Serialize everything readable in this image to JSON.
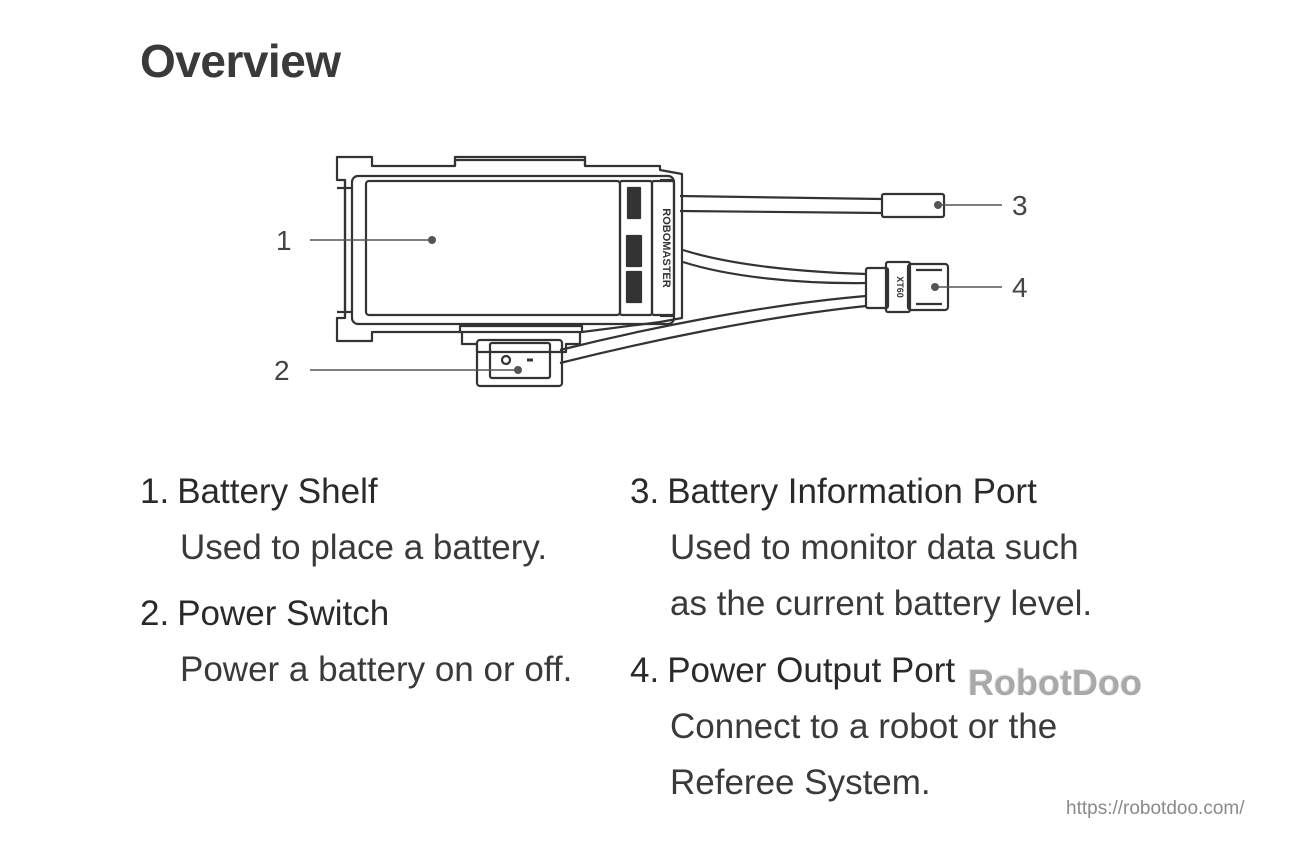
{
  "title": "Overview",
  "diagram": {
    "callouts": [
      "1",
      "2",
      "3",
      "4"
    ],
    "brand_text": "ROBOMASTER",
    "connector_text": "XT60"
  },
  "items": [
    {
      "number": "1.",
      "name": "Battery Shelf",
      "description": "Used to place a battery."
    },
    {
      "number": "2.",
      "name": "Power Switch",
      "description": "Power a battery on or off."
    },
    {
      "number": "3.",
      "name": "Battery Information Port",
      "description": "Used to monitor data such as the current battery level."
    },
    {
      "number": "4.",
      "name": "Power Output Port",
      "description": "Connect to a robot or the Referee System."
    }
  ],
  "watermark": "RobotDoo",
  "url": "https://robotdoo.com/",
  "colors": {
    "ink": "#2b2b2b",
    "line": "#555555",
    "watermark": "#a9a9a9"
  }
}
